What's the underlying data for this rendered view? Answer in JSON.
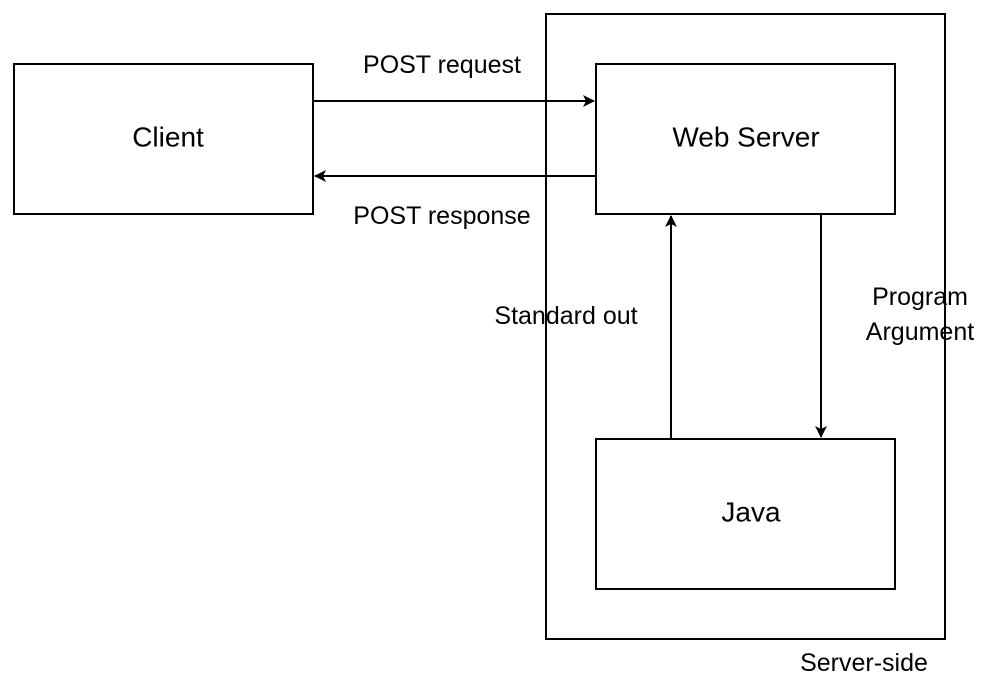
{
  "nodes": {
    "client": "Client",
    "web_server": "Web Server",
    "java": "Java"
  },
  "group": {
    "label": "Server-side"
  },
  "edges": {
    "post_request": "POST request",
    "post_response": "POST response",
    "standard_out": "Standard out",
    "program_argument_line1": "Program",
    "program_argument_line2": "Argument"
  },
  "colors": {
    "stroke": "#000000",
    "background": "#ffffff"
  }
}
